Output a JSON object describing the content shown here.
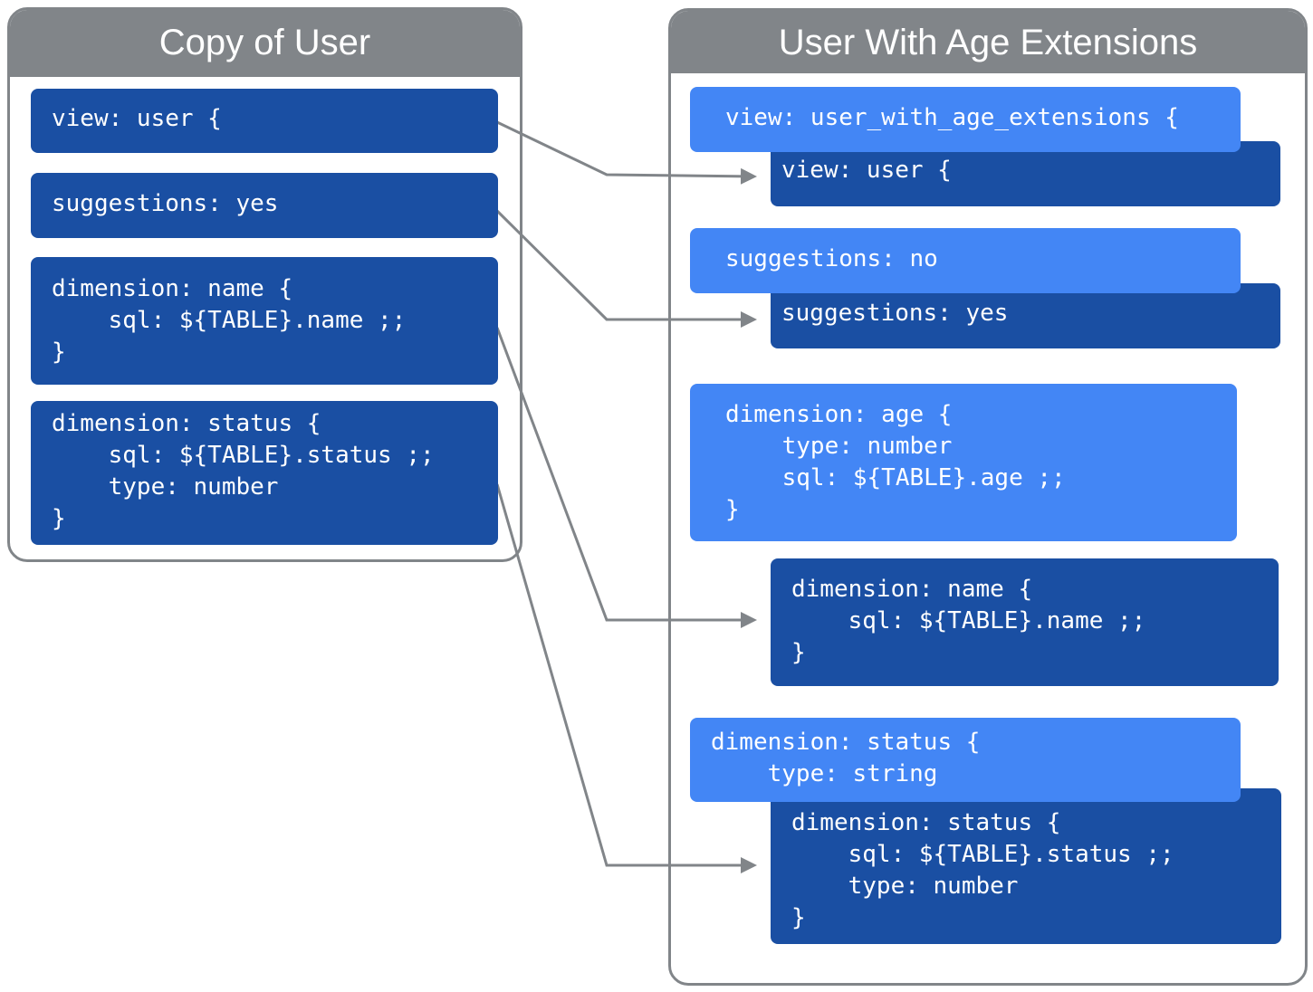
{
  "left_panel": {
    "title": "Copy of User",
    "blocks": [
      {
        "lines": [
          "view: user {"
        ]
      },
      {
        "lines": [
          "suggestions: yes"
        ]
      },
      {
        "lines": [
          "dimension: name {",
          "    sql: ${TABLE}.name ;;",
          "}"
        ]
      },
      {
        "lines": [
          "dimension: status {",
          "    sql: ${TABLE}.status ;;",
          "    type: number",
          "}"
        ]
      }
    ]
  },
  "right_panel": {
    "title": "User With Age Extensions",
    "extension_blocks": [
      {
        "lines": [
          "view: user_with_age_extensions {"
        ]
      },
      {
        "lines": [
          "suggestions: no"
        ]
      },
      {
        "lines": [
          "dimension: age {",
          "    type: number",
          "    sql: ${TABLE}.age ;;",
          "}"
        ]
      },
      {
        "lines": [
          "dimension: status {",
          "    type: string"
        ]
      }
    ],
    "copied_blocks": [
      {
        "lines": [
          "view: user {"
        ]
      },
      {
        "lines": [
          "suggestions: yes"
        ]
      },
      {
        "lines": [
          "dimension: name {",
          "    sql: ${TABLE}.name ;;",
          "}"
        ]
      },
      {
        "lines": [
          "dimension: status {",
          "    sql: ${TABLE}.status ;;",
          "    type: number",
          "}"
        ]
      }
    ]
  },
  "colors": {
    "original_block": "#1a4fa3",
    "extension_block": "#4386f5",
    "frame": "#818589"
  }
}
